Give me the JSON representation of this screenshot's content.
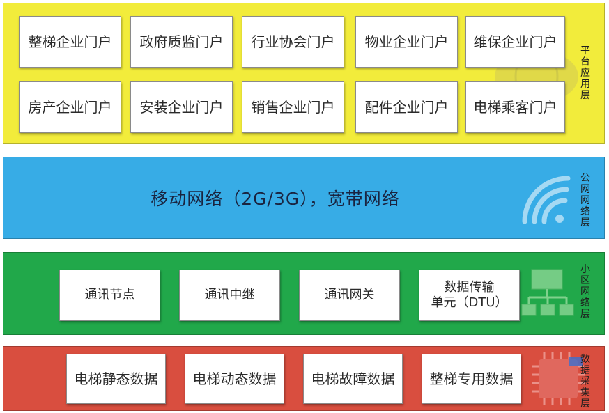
{
  "platform_layer": {
    "label": "平台应用层",
    "row1": [
      "整梯企业门户",
      "政府质监门户",
      "行业协会门户",
      "物业企业门户",
      "维保企业门户"
    ],
    "row2": [
      "房产企业门户",
      "安装企业门户",
      "销售企业门户",
      "配件企业门户",
      "电梯乘客门户"
    ]
  },
  "public_network_layer": {
    "label": "公网网络层",
    "title": "移动网络（2G/3G），宽带网络"
  },
  "local_network_layer": {
    "label": "小区网络层",
    "items": [
      "通讯节点",
      "通讯中继",
      "通讯网关"
    ],
    "dtu_line1": "数据传输",
    "dtu_line2": "单元（DTU）"
  },
  "collection_layer": {
    "label": "数据采集层",
    "items": [
      "电梯静态数据",
      "电梯动态数据",
      "电梯故障数据",
      "整梯专用数据"
    ]
  },
  "icons": [
    "wifi-signal-icon",
    "network-topology-icon",
    "chip-icon",
    "globe-icon"
  ]
}
